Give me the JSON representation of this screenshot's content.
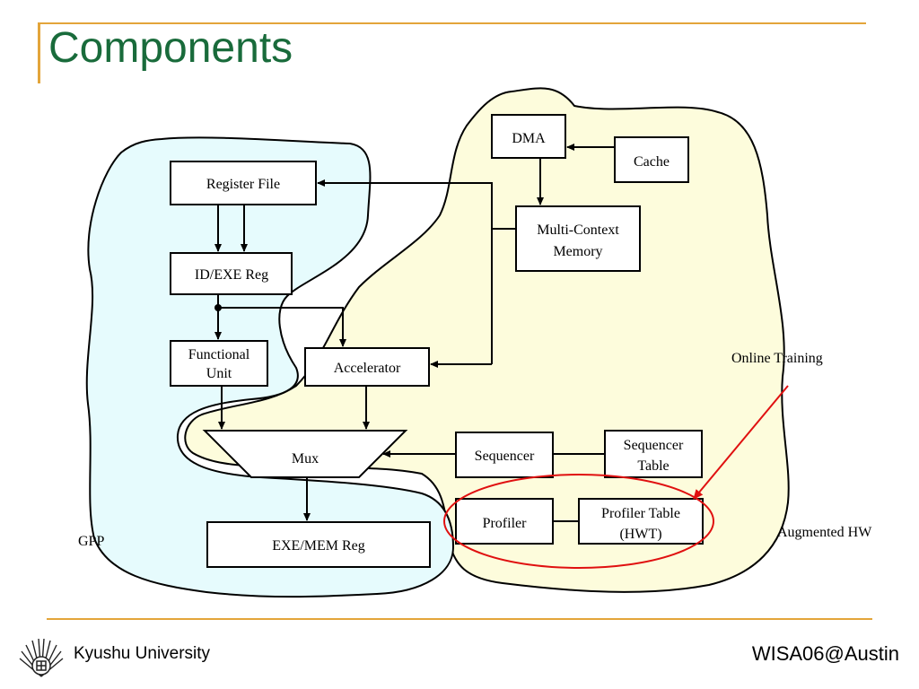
{
  "slide": {
    "title": "Components",
    "footer_left": "Kyushu University",
    "footer_right": "WISA06@Austin",
    "accent_color": "#e3a53a",
    "title_color": "#196b3b",
    "logo_icon": "kyushu-university-emblem"
  },
  "diagram": {
    "regions": {
      "gpp": {
        "label": "GPP",
        "color": "#e6fbfd"
      },
      "augmented": {
        "label": "Augmented HW",
        "color": "#fdfcdc"
      }
    },
    "blocks": {
      "register_file": "Register File",
      "id_exe_reg": "ID/EXE Reg",
      "functional_unit_1": "Functional",
      "functional_unit_2": "Unit",
      "accelerator": "Accelerator",
      "mux": "Mux",
      "exe_mem_reg": "EXE/MEM Reg",
      "dma": "DMA",
      "cache": "Cache",
      "mcm_1": "Multi-Context",
      "mcm_2": "Memory",
      "sequencer": "Sequencer",
      "seq_table_1": "Sequencer",
      "seq_table_2": "Table",
      "profiler": "Profiler",
      "prof_table_1": "Profiler Table",
      "prof_table_2": "(HWT)"
    },
    "annotations": {
      "online_training": "Online Training",
      "highlight_color": "#e01010"
    }
  }
}
